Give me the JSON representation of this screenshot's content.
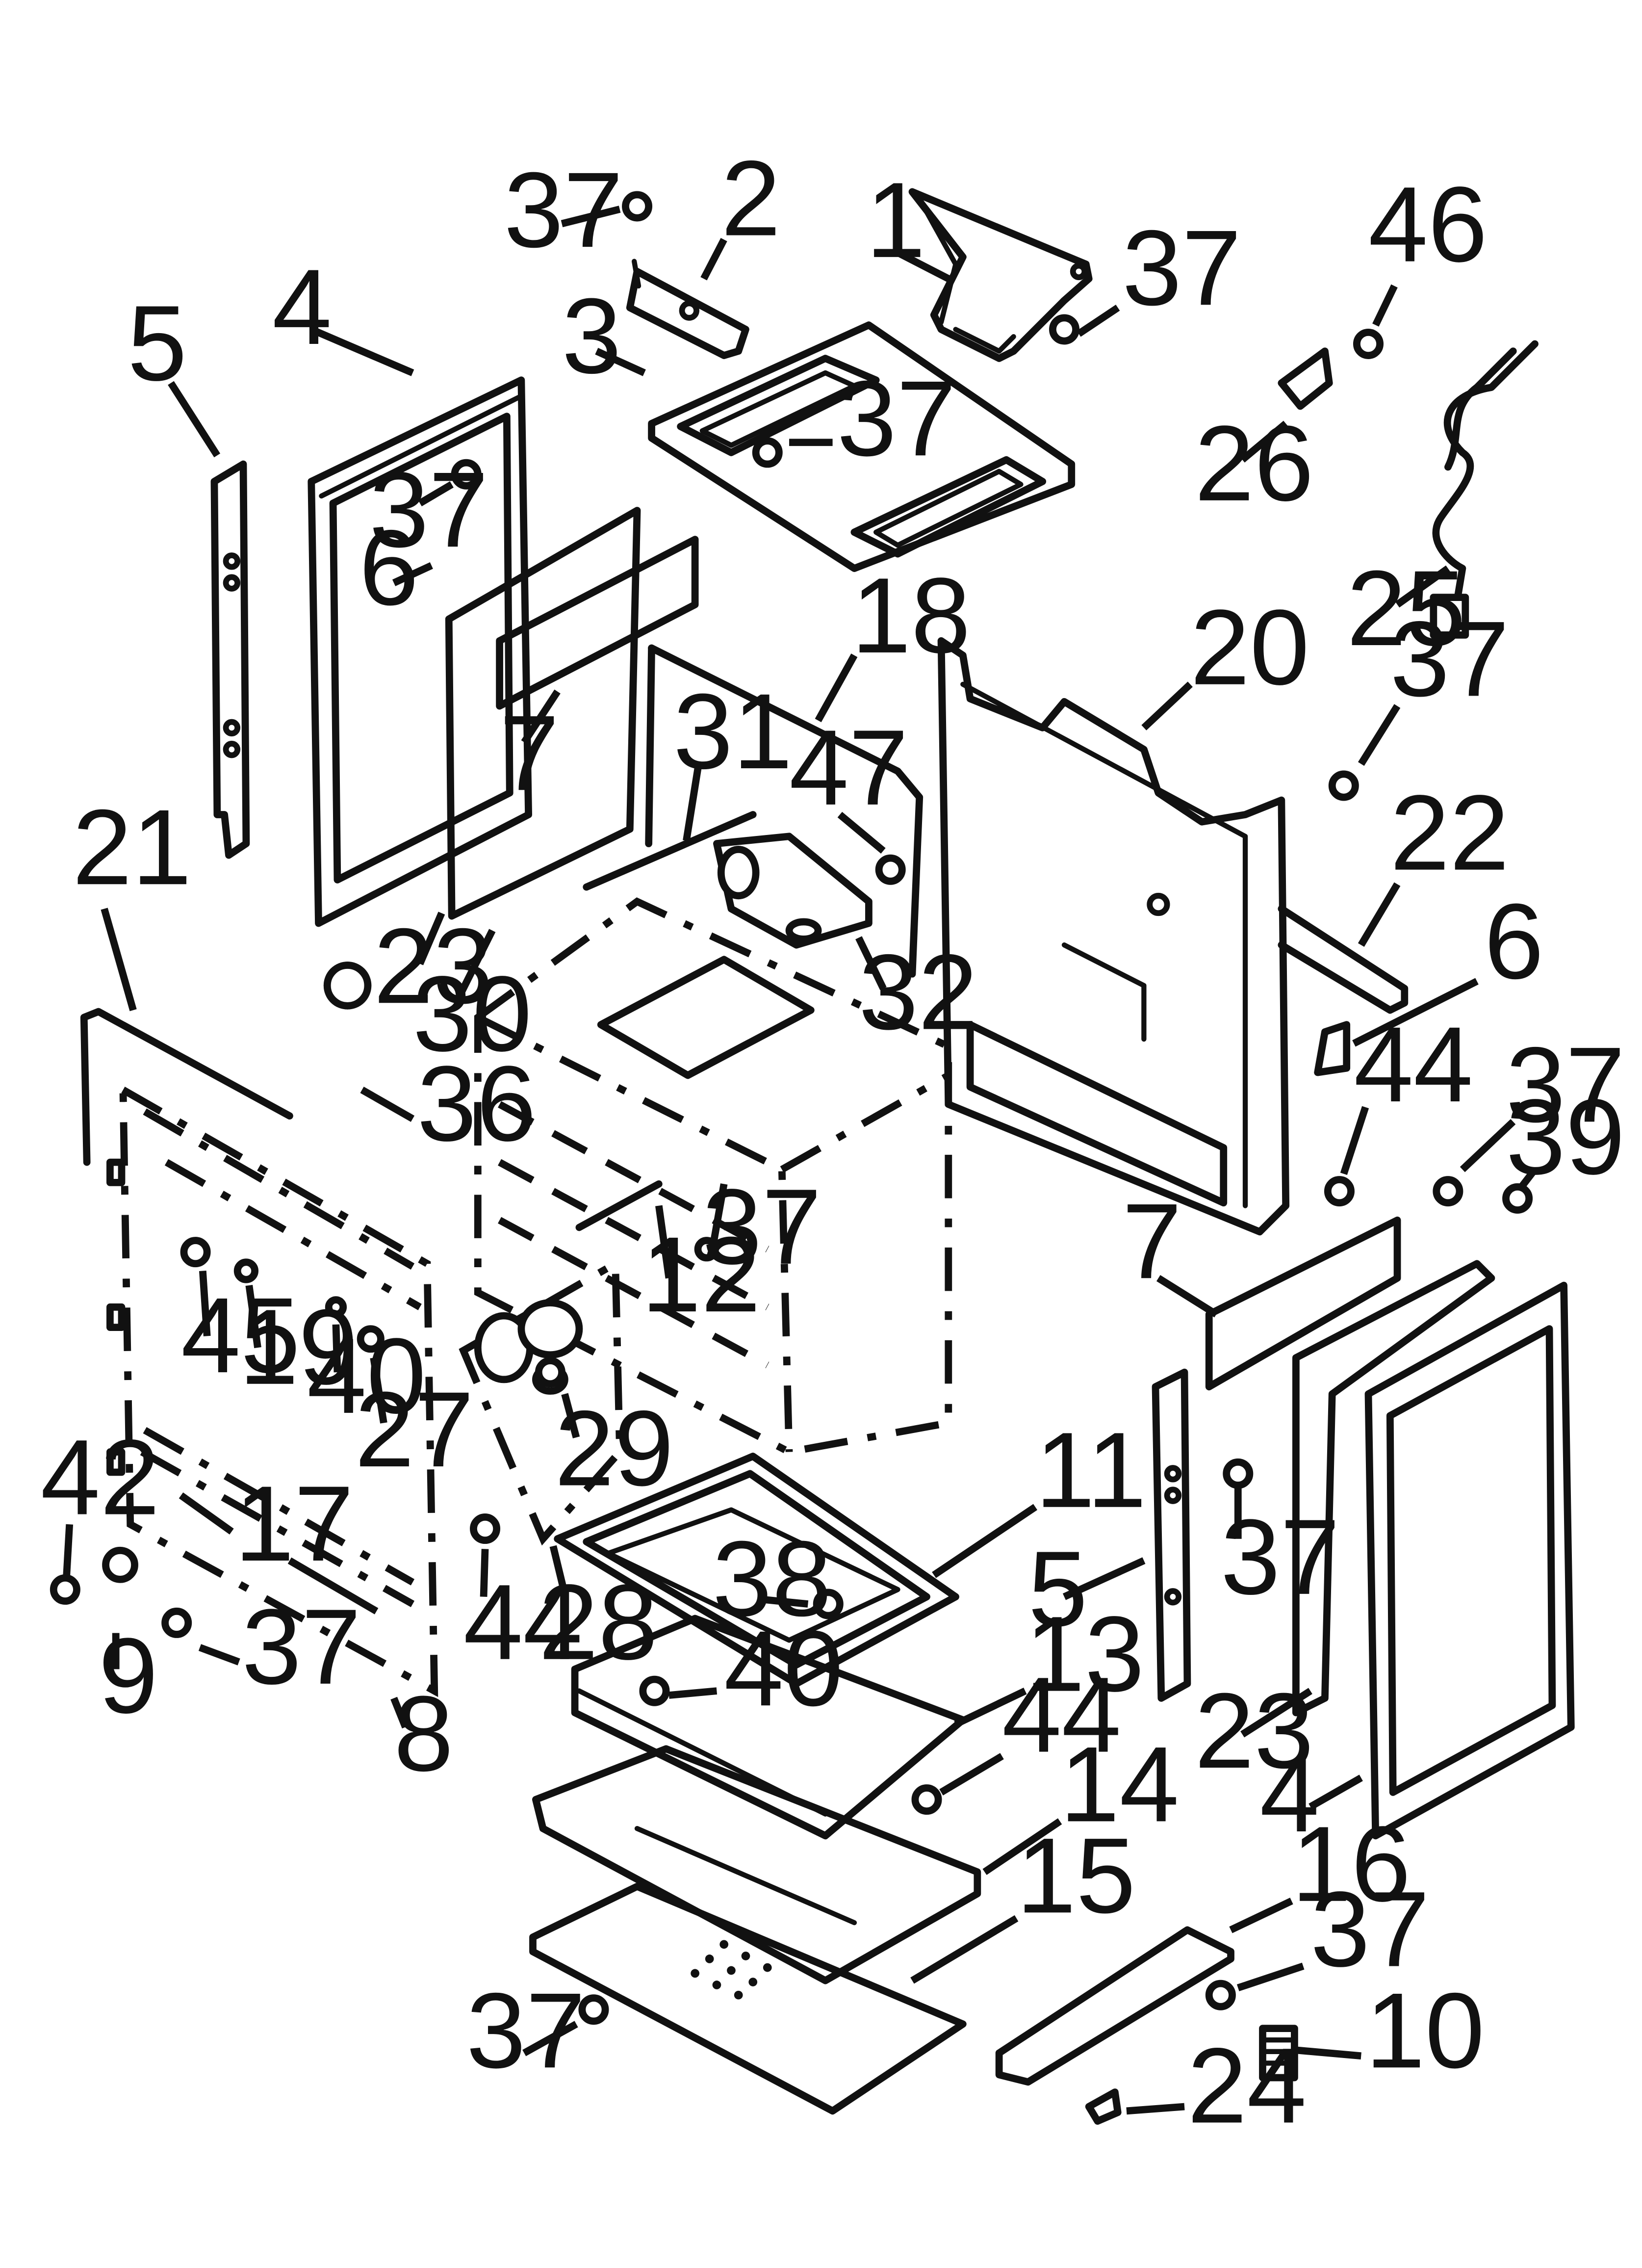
{
  "diagram": {
    "callouts": [
      {
        "id": "c-37a",
        "label": "37",
        "target": "screw"
      },
      {
        "id": "c-2",
        "label": "2",
        "target": "top-bracket"
      },
      {
        "id": "c-1",
        "label": "1",
        "target": "vent-duct"
      },
      {
        "id": "c-37b",
        "label": "37",
        "target": "screw"
      },
      {
        "id": "c-46",
        "label": "46",
        "target": "screw"
      },
      {
        "id": "c-4a",
        "label": "4",
        "target": "side-panel-left"
      },
      {
        "id": "c-3",
        "label": "3",
        "target": "cooktop-support"
      },
      {
        "id": "c-37c",
        "label": "37",
        "target": "screw"
      },
      {
        "id": "c-5a",
        "label": "5",
        "target": "side-trim-left"
      },
      {
        "id": "c-37d",
        "label": "37",
        "target": "screw"
      },
      {
        "id": "c-6a",
        "label": "6",
        "target": "bracket"
      },
      {
        "id": "c-26",
        "label": "26",
        "target": "cord-clamp"
      },
      {
        "id": "c-25",
        "label": "25",
        "target": "power-cord"
      },
      {
        "id": "c-7a",
        "label": "7",
        "target": "insulation"
      },
      {
        "id": "c-18",
        "label": "18",
        "target": "oven-gasket"
      },
      {
        "id": "c-20",
        "label": "20",
        "target": "rear-panel"
      },
      {
        "id": "c-37e",
        "label": "37",
        "target": "screw"
      },
      {
        "id": "c-31",
        "label": "31",
        "target": "burner-tube"
      },
      {
        "id": "c-47",
        "label": "47",
        "target": "screw"
      },
      {
        "id": "c-21",
        "label": "21",
        "target": "door-seal"
      },
      {
        "id": "c-22",
        "label": "22",
        "target": "rear-brace"
      },
      {
        "id": "c-23a",
        "label": "23",
        "target": "clip"
      },
      {
        "id": "c-32",
        "label": "32",
        "target": "valve-assembly"
      },
      {
        "id": "c-6b",
        "label": "6",
        "target": "bracket"
      },
      {
        "id": "c-30",
        "label": "30",
        "target": "hinge-receiver"
      },
      {
        "id": "c-36",
        "label": "36",
        "target": "plug"
      },
      {
        "id": "c-44a",
        "label": "44",
        "target": "screw"
      },
      {
        "id": "c-37f",
        "label": "37",
        "target": "screw"
      },
      {
        "id": "c-39",
        "label": "39",
        "target": "screw"
      },
      {
        "id": "c-37g",
        "label": "37",
        "target": "screw"
      },
      {
        "id": "c-12",
        "label": "12",
        "target": "igniter"
      },
      {
        "id": "c-7b",
        "label": "7",
        "target": "insulation"
      },
      {
        "id": "c-45",
        "label": "45",
        "target": "screw"
      },
      {
        "id": "c-19",
        "label": "19",
        "target": "bumper"
      },
      {
        "id": "c-40a",
        "label": "40",
        "target": "screw"
      },
      {
        "id": "c-27",
        "label": "27",
        "target": "stud"
      },
      {
        "id": "c-29",
        "label": "29",
        "target": "knob-stem"
      },
      {
        "id": "c-11",
        "label": "11",
        "target": "broiler-pan"
      },
      {
        "id": "c-42",
        "label": "42",
        "target": "screw"
      },
      {
        "id": "c-17",
        "label": "17",
        "target": "clip"
      },
      {
        "id": "c-44b",
        "label": "44",
        "target": "screw"
      },
      {
        "id": "c-28",
        "label": "28",
        "target": "knob-kit"
      },
      {
        "id": "c-38",
        "label": "38",
        "target": "screw"
      },
      {
        "id": "c-5b",
        "label": "5",
        "target": "side-trim-right"
      },
      {
        "id": "c-37h",
        "label": "37",
        "target": "screw"
      },
      {
        "id": "c-9",
        "label": "9",
        "target": "leveling-leg"
      },
      {
        "id": "c-37i",
        "label": "37",
        "target": "screw"
      },
      {
        "id": "c-8",
        "label": "8",
        "target": "front-frame"
      },
      {
        "id": "c-40b",
        "label": "40",
        "target": "screw"
      },
      {
        "id": "c-13",
        "label": "13",
        "target": "drawer-slide"
      },
      {
        "id": "c-44c",
        "label": "44",
        "target": "screw"
      },
      {
        "id": "c-23b",
        "label": "23",
        "target": "clip"
      },
      {
        "id": "c-14",
        "label": "14",
        "target": "base-pan"
      },
      {
        "id": "c-4b",
        "label": "4",
        "target": "side-panel-right"
      },
      {
        "id": "c-15",
        "label": "15",
        "target": "bottom-panel"
      },
      {
        "id": "c-16",
        "label": "16",
        "target": "rail"
      },
      {
        "id": "c-37j",
        "label": "37",
        "target": "screw"
      },
      {
        "id": "c-37k",
        "label": "37",
        "target": "screw"
      },
      {
        "id": "c-10",
        "label": "10",
        "target": "leveling-foot"
      },
      {
        "id": "c-24",
        "label": "24",
        "target": "clip"
      }
    ]
  }
}
